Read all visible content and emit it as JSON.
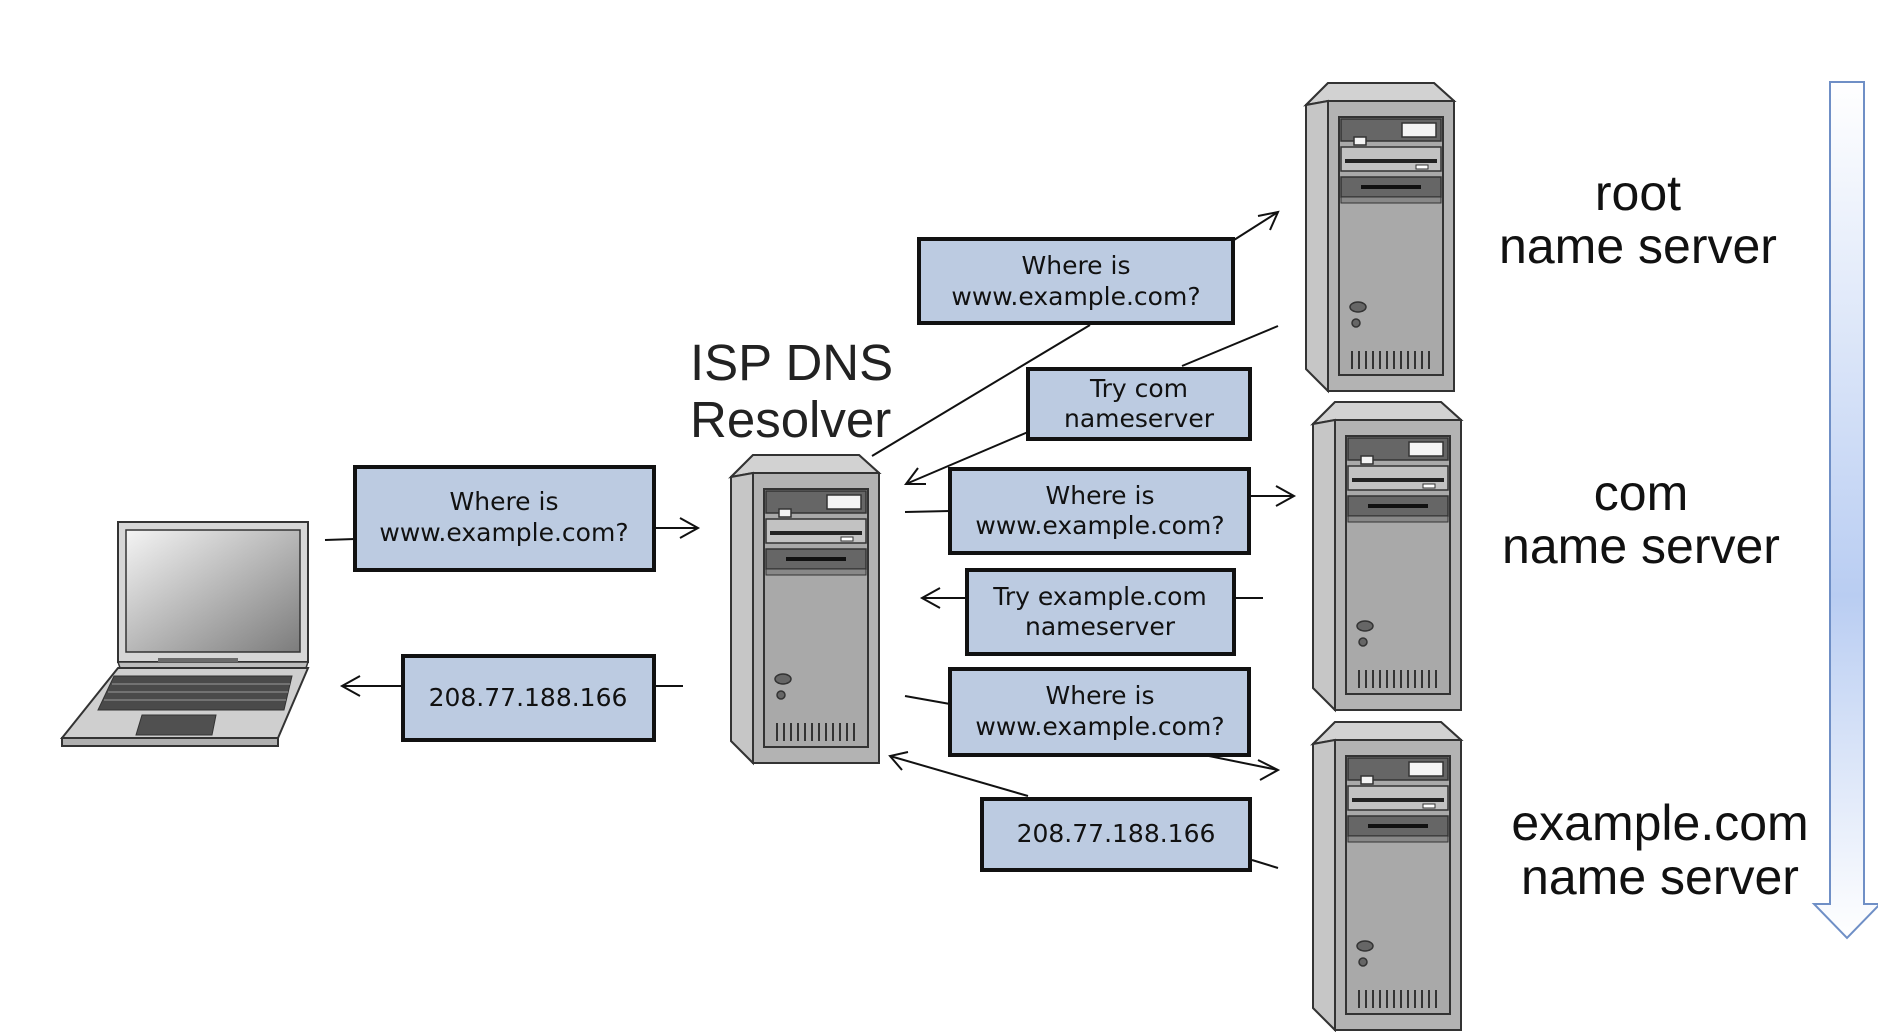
{
  "colors": {
    "box_fill": "#bccbe1",
    "box_stroke": "#111111",
    "arrow": "#111111",
    "server_body": "#b3b3b3",
    "timeline_arrow_top": "#ffffff",
    "timeline_arrow_mid": "#b9cdf2",
    "timeline_border": "#6f8fc6"
  },
  "icons": {
    "client": "laptop-icon",
    "resolver": "server-tower-icon",
    "root": "server-tower-icon",
    "com": "server-tower-icon",
    "example": "server-tower-icon",
    "timeline": "down-arrow-icon"
  },
  "labels": {
    "resolver": [
      "ISP DNS",
      "Resolver"
    ],
    "root": [
      "root",
      "name server"
    ],
    "com": [
      "com",
      "name server"
    ],
    "example": [
      "example.com",
      "name server"
    ]
  },
  "messages": {
    "client_query": [
      "Where is",
      "www.example.com?"
    ],
    "client_answer": [
      "208.77.188.166"
    ],
    "root_query": [
      "Where is",
      "www.example.com?"
    ],
    "root_reply": [
      "Try com",
      "nameserver"
    ],
    "com_query": [
      "Where is",
      "www.example.com?"
    ],
    "com_reply": [
      "Try example.com",
      "nameserver"
    ],
    "example_query": [
      "Where is",
      "www.example.com?"
    ],
    "example_answer": [
      "208.77.188.166"
    ]
  }
}
